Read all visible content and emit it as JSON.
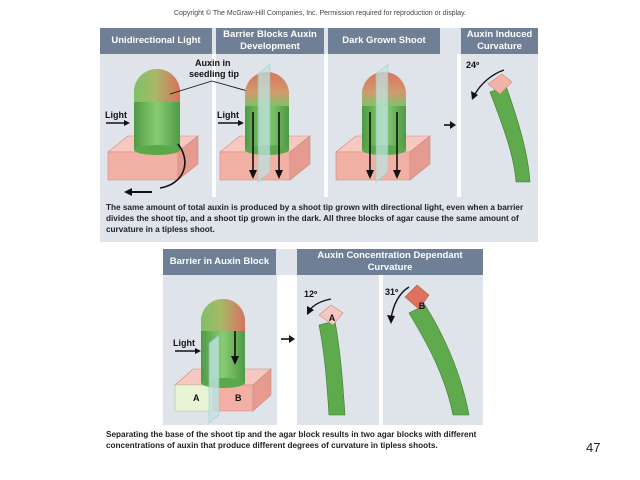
{
  "copyright": "Copyright © The McGraw-Hill Companies, Inc. Permission required for reproduction or display.",
  "page_number": "47",
  "top_row": {
    "panels": [
      {
        "title": "Unidirectional Light"
      },
      {
        "title": "Barrier Blocks Auxin Development"
      },
      {
        "title": "Dark Grown Shoot"
      },
      {
        "title": "Auxin Induced Curvature"
      }
    ],
    "auxin_label": "Auxin in seedling tip",
    "light_label_1": "Light",
    "light_label_2": "Light",
    "angle_label": "24º",
    "caption": "The same amount of total auxin is produced by a shoot tip grown with directional light, even when a barrier divides the shoot tip, and a shoot tip grown in the dark. All three blocks of agar cause the same amount of curvature in a tipless shoot."
  },
  "bottom_row": {
    "panels": [
      {
        "title": "Barrier in Auxin Block"
      },
      {
        "title": "Auxin Concentration Dependant Curvature"
      }
    ],
    "light_label": "Light",
    "block_a": "A",
    "block_b": "B",
    "angle_a": "12º",
    "angle_b": "31º",
    "tip_a": "A",
    "tip_b": "B",
    "caption": "Separating the base of the shoot tip and the agar block results in two agar blocks with different concentrations of auxin that produce different degrees of curvature in tipless shoots."
  },
  "colors": {
    "header": "#6f7f95",
    "panel": "#dfe4ea",
    "shoot_green": "#6dba5a",
    "auxin_red": "#e07a6a",
    "agar_pink": "#f2b5aa"
  }
}
